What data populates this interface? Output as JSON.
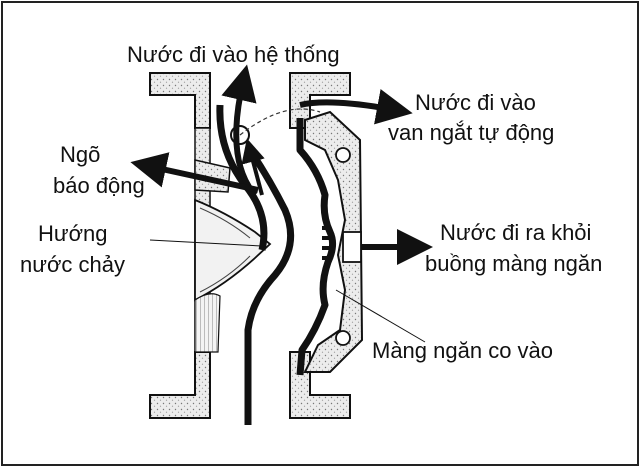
{
  "labels": {
    "water_to_system": "Nước đi vào hệ thống",
    "water_to_valve_1": "Nước đi vào",
    "water_to_valve_2": "van ngắt tự động",
    "alarm_port_1": "Ngõ",
    "alarm_port_2": "báo động",
    "flow_direction_1": "Hướng",
    "flow_direction_2": "nước chảy",
    "water_out_1": "Nước đi ra khỏi",
    "water_out_2": "buồng màng ngăn",
    "diaphragm_retracts": "Màng ngăn co vào"
  },
  "colors": {
    "ink": "#111111",
    "body_fill": "#e6e6e6",
    "frame": "#222222"
  }
}
